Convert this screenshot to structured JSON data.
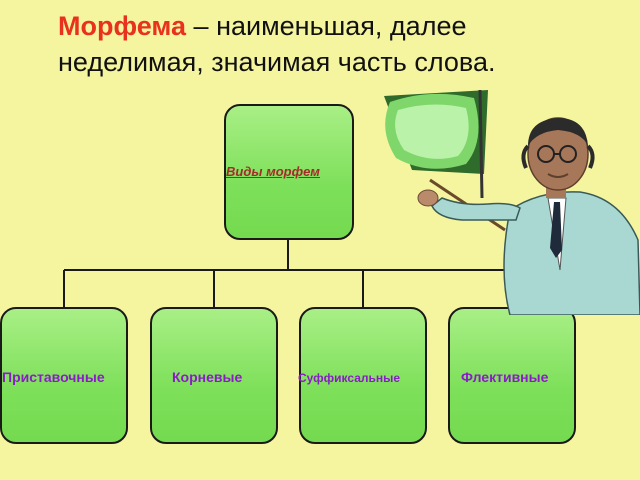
{
  "heading": {
    "term": "Морфема",
    "definition": " – наименьшая, далее неделимая,  значимая часть слова."
  },
  "diagram": {
    "root": "Виды морфем",
    "children": [
      "Приставочные",
      "Корневые",
      "Суффиксальные",
      "Флективные"
    ]
  },
  "colors": {
    "background": "#f5f5a0",
    "box_fill": "#7ee05a",
    "term": "#e8321e",
    "root_label": "#a52a2a",
    "child_label": "#8a1cc8"
  },
  "icons": {
    "illustration": "teacher-pointing-at-board-icon"
  }
}
